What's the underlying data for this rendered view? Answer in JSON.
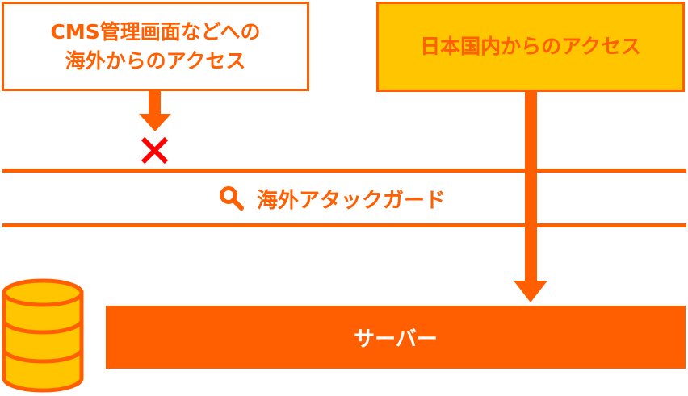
{
  "cms_access": {
    "line1": "CMS管理画面などへの",
    "line2": "海外からのアクセス"
  },
  "domestic_access": {
    "label": "日本国内からのアクセス"
  },
  "guard": {
    "label": "海外アタックガード",
    "icon": "search-icon"
  },
  "server": {
    "label": "サーバー",
    "icon": "database-icon"
  },
  "blocked_mark": {
    "icon": "cross-icon"
  },
  "colors": {
    "accent": "#FF5F00",
    "highlight": "#FFC600",
    "blocked": "#FF0000",
    "background": "#FFFFFF"
  }
}
